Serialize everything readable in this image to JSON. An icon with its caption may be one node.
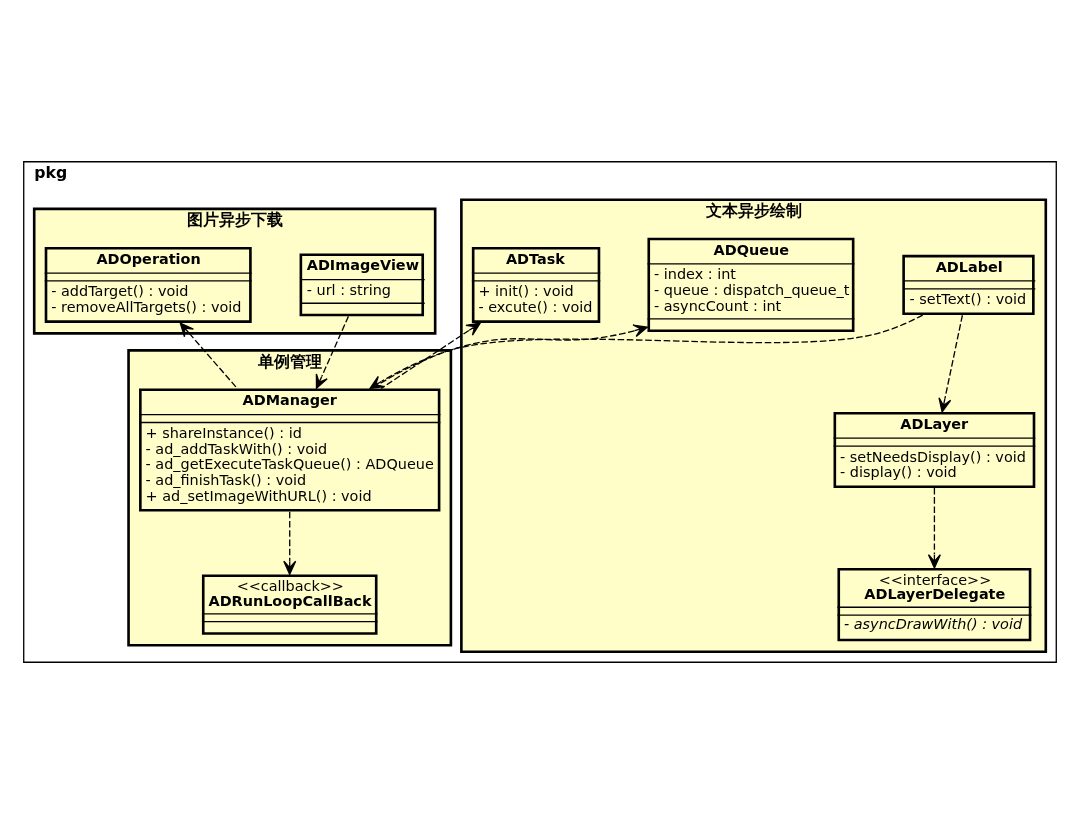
{
  "diagram": {
    "nodes": [
      {
        "text": [
          "pkg"
        ]
      },
      {
        "text": [
          "文本异步绘制"
        ],
        "in": 0
      },
      {
        "text": [
          "ADLabel",
          "- setText() : void"
        ],
        "in": 1
      },
      {
        "text": [
          "ADQueue",
          "- index : int",
          "- queue : dispatch_queue_t",
          "- asyncCount : int"
        ],
        "in": 1
      },
      {
        "text": [
          "ADLayer",
          "- setNeedsDisplay() : void",
          "- display() : void"
        ],
        "in": 1
      },
      {
        "text": [
          "ADTask",
          "+ init() : void",
          "- excute() : void"
        ],
        "in": 1
      },
      {
        "text": [
          "<<interface>>",
          "ADLayerDelegate",
          "- asyncDrawWith() : void"
        ],
        "in": 1
      },
      {
        "text": [
          "图片异步下载"
        ],
        "in": 0
      },
      {
        "text": [
          "ADImageView",
          "- url : string"
        ],
        "in": 7
      },
      {
        "text": [
          "ADOperation",
          "- addTarget() : void",
          "- removeAllTargets() : void"
        ],
        "in": 7
      },
      {
        "text": [
          "单例管理"
        ],
        "in": 0
      },
      {
        "text": [
          "ADManager",
          "+ shareInstance() : id",
          "- ad_addTaskWith() : void",
          "- ad_getExecuteTaskQueue() : ADQueue",
          "- ad_finishTask() : void",
          "+ ad_setImageWithURL() : void"
        ],
        "in": 10
      },
      {
        "text": [
          "<<callback>>",
          "ADRunLoopCallBack"
        ],
        "in": 10
      }
    ],
    "edges": [
      {
        "from": 2,
        "to": 4,
        "arrow": "to",
        "style": "dashed"
      },
      {
        "from": 4,
        "to": 6,
        "arrow": "to",
        "style": "dashed"
      },
      {
        "from": 2,
        "to": 11,
        "arrow": "to",
        "style": "dashed"
      },
      {
        "from": 11,
        "to": 5,
        "arrow": "to",
        "style": "dashed"
      },
      {
        "from": 11,
        "to": 3,
        "arrow": "to",
        "style": "dashed"
      },
      {
        "from": 8,
        "to": 11,
        "arrow": "to",
        "style": "dashed"
      },
      {
        "from": 11,
        "to": 9,
        "arrow": "to",
        "style": "dashed"
      },
      {
        "from": 11,
        "to": 12,
        "arrow": "to",
        "style": "dashed"
      }
    ]
  }
}
